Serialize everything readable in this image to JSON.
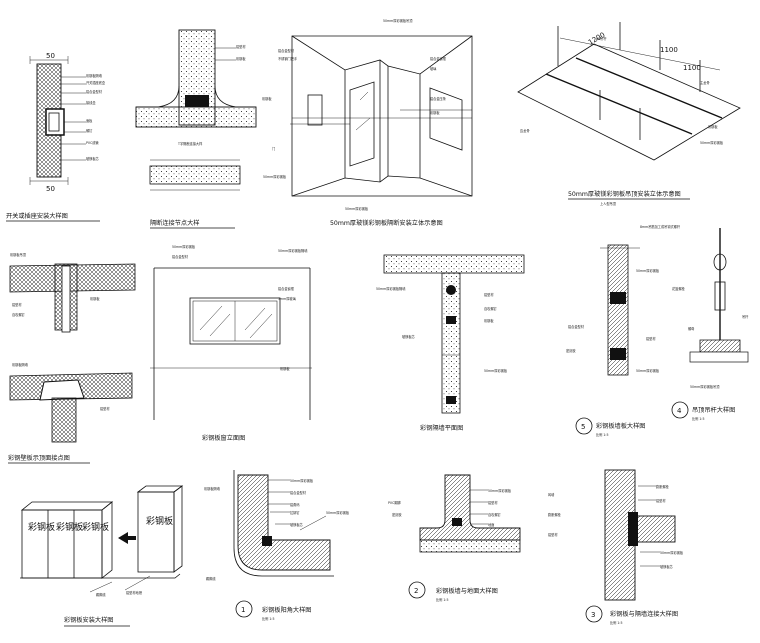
{
  "details": {
    "switch_socket": {
      "title": "开关或插座安装大样图",
      "dim_top": "50",
      "dim_bottom": "50"
    },
    "t_partition": {
      "title": "T字隔断连接大样"
    },
    "partition_node": {
      "title": "隔断连接节点大样"
    },
    "install_3d": {
      "title": "50mm厚玻镁彩钢板隔断安装立体示意图"
    },
    "ceiling": {
      "title": "50mm厚玻镁彩钢板吊顶安装立体示意图",
      "subtitle": "上人型吊顶",
      "dim_a": "1100",
      "dim_b": "1100",
      "dim_c": "1200"
    },
    "wallboard_node": {
      "title": "彩钢壁板示顶面接点图"
    },
    "window_elev": {
      "title": "彩钢板窗立面图"
    },
    "partition_plan": {
      "title": "彩钢隔墙平面图"
    },
    "hanger": {
      "number": "4",
      "title": "吊顶吊杆大样图",
      "scale": "比例 1:5"
    },
    "wall_section": {
      "number": "5",
      "title": "彩钢板墙板大样图",
      "scale": "比例 1:5"
    },
    "panel_install": {
      "title": "彩钢板安装大样图",
      "panel_text": "彩钢板"
    },
    "corner": {
      "number": "1",
      "title": "彩钢板阳角大样图",
      "scale": "比例 1:5"
    },
    "floor_joint": {
      "number": "2",
      "title": "彩钢板墙与地面大样图",
      "scale": "比例 1:5"
    },
    "wall_joint": {
      "number": "3",
      "title": "彩钢板与隔墙连接大样图",
      "scale": "比例 1:5"
    }
  },
  "colors": {
    "line": "#111111",
    "background": "#ffffff"
  }
}
